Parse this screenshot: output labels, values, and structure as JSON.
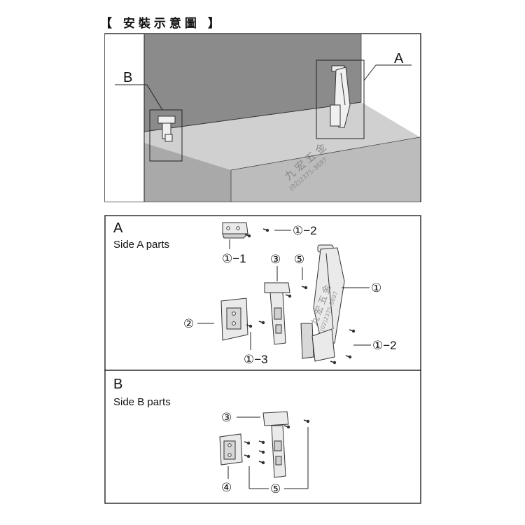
{
  "title": "【 安裝示意圖 】",
  "scene": {
    "callout_a": "A",
    "callout_b": "B",
    "watermark_name": "九宏五金",
    "watermark_phone": "(02)2375-3697"
  },
  "panel_a": {
    "letter": "A",
    "caption": "Side A parts",
    "labels": {
      "p1_2_top": "①−2",
      "p1_1": "①−1",
      "p3": "③",
      "p5": "⑤",
      "p1": "①",
      "p2": "②",
      "p1_2_bottom": "①−2",
      "p1_3": "①−3"
    }
  },
  "panel_b": {
    "letter": "B",
    "caption": "Side B parts",
    "labels": {
      "p3": "③",
      "p4": "④",
      "p5": "⑤"
    }
  },
  "colors": {
    "wall": "#8a8a8a",
    "cabinet_front": "#b8b8b8",
    "cabinet_top": "#cfcfcf",
    "hardware": "#e6e6e6",
    "line": "#222222"
  }
}
